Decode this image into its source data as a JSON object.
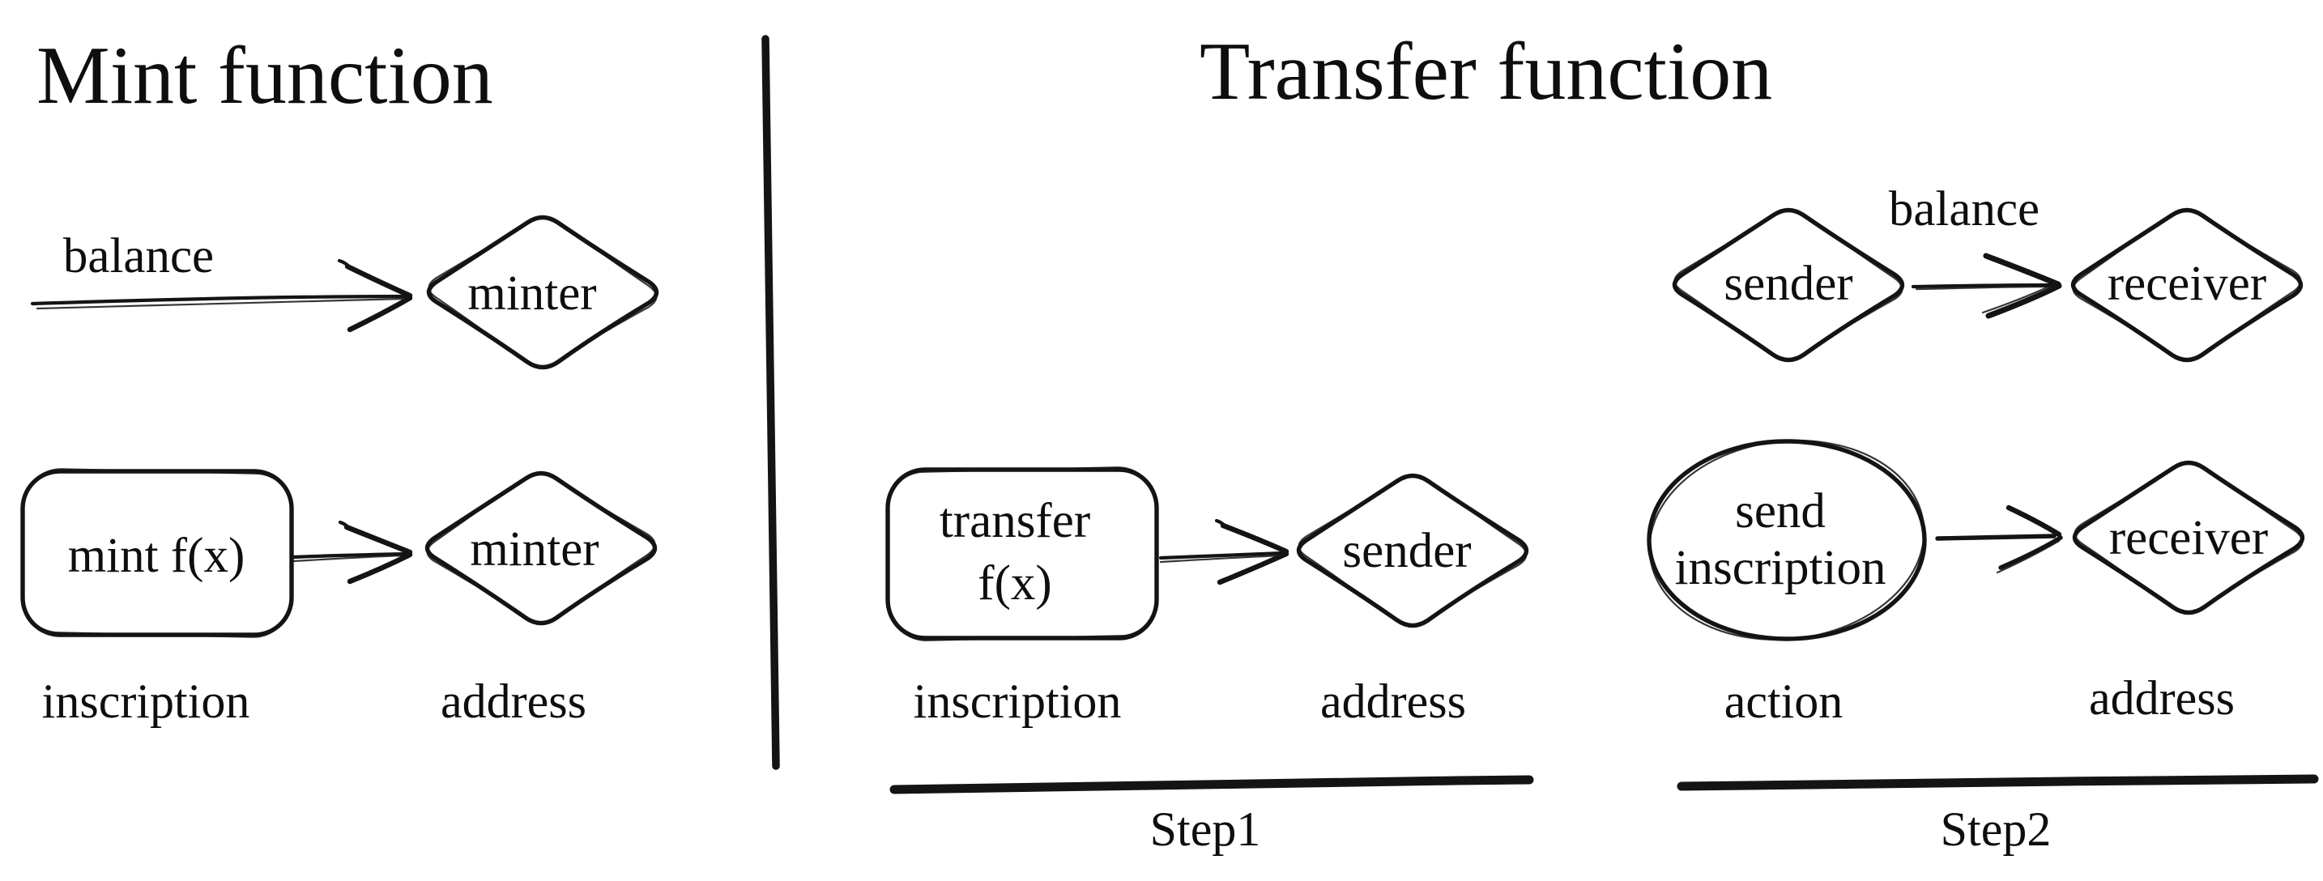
{
  "colors": {
    "ink": "#141414",
    "background": "#ffffff"
  },
  "mint": {
    "title": "Mint function",
    "balance_arrow_label": "balance",
    "minter_top_label": "minter",
    "box_label": "mint f(x)",
    "minter_bottom_label": "minter",
    "inscription_caption": "inscription",
    "address_caption": "address"
  },
  "transfer": {
    "title": "Transfer function",
    "balance_arrow_label": "balance",
    "sender_top_label": "sender",
    "receiver_top_label": "receiver",
    "box_label_line1": "transfer",
    "box_label_line2": "f(x)",
    "sender_mid_label": "sender",
    "action_label_line1": "send",
    "action_label_line2": "inscription",
    "receiver_mid_label": "receiver",
    "inscription_caption": "inscription",
    "address_caption_step1": "address",
    "action_caption": "action",
    "address_caption_step2": "address",
    "step1_label": "Step1",
    "step2_label": "Step2"
  }
}
